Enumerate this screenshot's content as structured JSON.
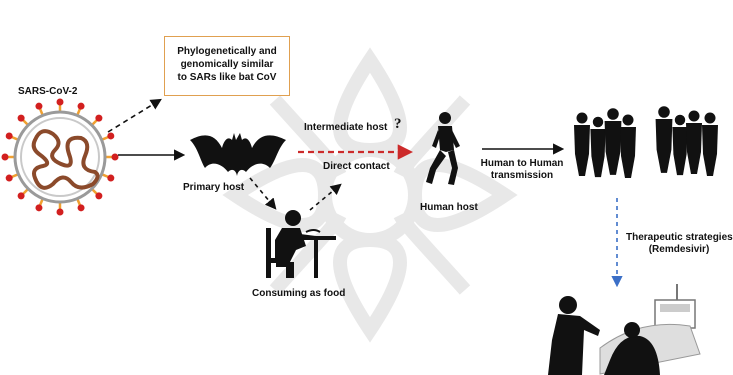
{
  "labels": {
    "virus": "SARS-CoV-2",
    "note_lines": [
      "Phylogenetically and",
      "genomically similar",
      "to SARs like bat CoV"
    ],
    "primary_host": "Primary host",
    "intermediate_host": "Intermediate host",
    "question_mark": "?",
    "direct_contact": "Direct contact",
    "human_host": "Human host",
    "h2h_lines": [
      "Human to Human",
      "transmission"
    ],
    "consuming": "Consuming as food",
    "therapeutic_lines": [
      "Therapeutic strategies",
      "(Remdesivir)"
    ]
  },
  "colors": {
    "virus_ring": "#9a9a9a",
    "virus_core": "#8b4a2b",
    "virus_spike": "#d21f1f",
    "virus_spike_stem": "#f0a030",
    "note_border": "#e0a050",
    "red_arrow": "#cc2a2a",
    "blue_arrow": "#3b6fc7",
    "silhouette": "#111111",
    "watermark": "#e4e4e4"
  },
  "icons": [
    "virus-icon",
    "bat-icon",
    "person-eating-icon",
    "human-host-icon",
    "crowd-icon",
    "patient-care-icon",
    "watermark-mandala-icon"
  ]
}
